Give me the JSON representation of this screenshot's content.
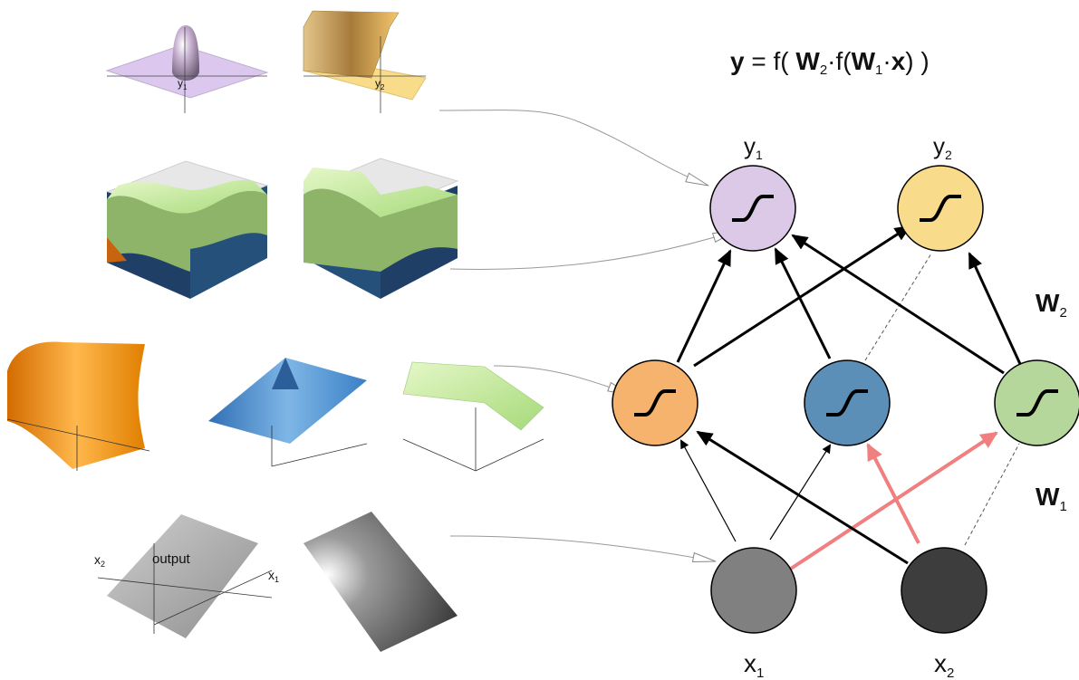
{
  "formula": {
    "y": "y",
    "eq": " = f( ",
    "w2": "W",
    "w2_sub": "2",
    "dot1": "·f(",
    "w1": "W",
    "w1_sub": "1",
    "dot2": "·",
    "x": "x",
    "close": ") )"
  },
  "network": {
    "outputs": [
      {
        "name": "y",
        "sub": "1",
        "color": "#dcc9e8"
      },
      {
        "name": "y",
        "sub": "2",
        "color": "#f8dc8c"
      }
    ],
    "hidden": [
      {
        "color": "#f6b36e"
      },
      {
        "color": "#5b8fb7"
      },
      {
        "color": "#b6d79c"
      }
    ],
    "inputs": [
      {
        "name": "x",
        "sub": "1",
        "color": "#808080"
      },
      {
        "name": "x",
        "sub": "2",
        "color": "#3d3d3d"
      }
    ],
    "weight_labels": [
      {
        "name": "W",
        "sub": "2"
      },
      {
        "name": "W",
        "sub": "1"
      }
    ],
    "highlight_color": "#f08080"
  },
  "plots": {
    "y1_label": "y",
    "y1_sub": "1",
    "y2_label": "y",
    "y2_sub": "2",
    "x1_label": "x",
    "x1_sub": "1",
    "x2_label": "x",
    "x2_sub": "2",
    "output_label": "output"
  }
}
